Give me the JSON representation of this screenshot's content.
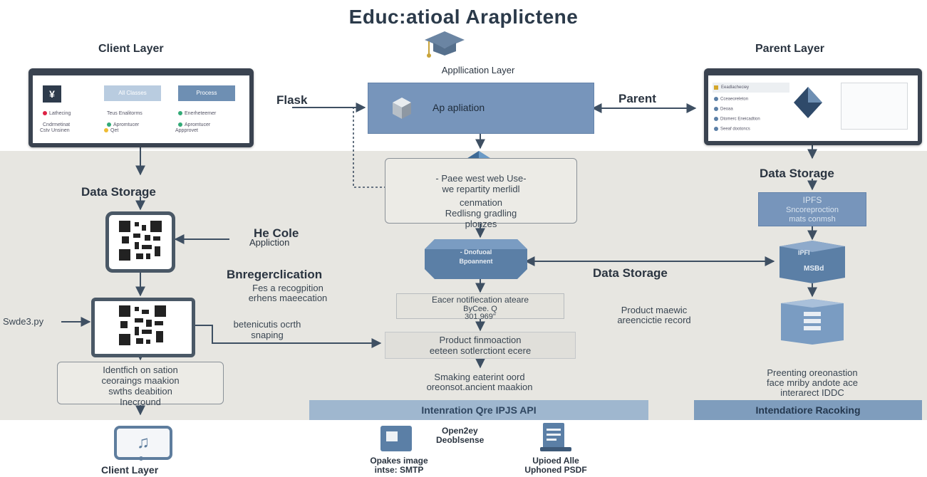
{
  "title": "Educ:atioal Araplictene",
  "client": {
    "layer_label": "Client Layer",
    "data_storage": "Data Storage",
    "qr_app_title": "He Cole",
    "qr_app_sub": "Appliction",
    "registration": "Bnregerclication",
    "reg_sub_1": "Fes a recogpition",
    "reg_sub_2": "erhens maeecation",
    "side_input": "Swde3.py",
    "detection_1": "betenicutis ocrth",
    "detection_2": "snaping",
    "identify_1": "Identfich on sation",
    "identify_2": "ceoraings maakion",
    "identify_3": "swths deabition",
    "identify_4": "Inecround",
    "bottom_label": "Client Layer",
    "tablet_buttons": [
      "All Classes",
      "Process"
    ],
    "tablet_rows": [
      [
        "Lathecing",
        "Teus Enalitorms",
        "Enerheteemer"
      ],
      [
        "Cndrmetinat",
        "Apromtucer",
        "Apromtucer"
      ],
      [
        "Cstv Unsinen",
        "Qet",
        "Appprovet"
      ]
    ]
  },
  "center": {
    "app_layer": "Appllication Layer",
    "flask": "Flask",
    "app_box": "Ap apliation",
    "desc_1": "- Paee west web Use-",
    "desc_2": "we repartity merlidl",
    "desc_3": "cenmation",
    "desc_4": "Redlisng gradling",
    "desc_5": "plonzes",
    "hex_1": "- Dnofuoal",
    "hex_2": "Bpoannent",
    "notif_1": "Eacer notifiecation ateare",
    "notif_2": "ByCee. Q",
    "notif_3": "301.969\"",
    "product_1": "Product finmoaction",
    "product_2": "eeteen sotlerctiont ecere",
    "smtp_1": "Smaking eaterint oord",
    "smtp_2": "oreonsot.ancient maakion",
    "integration": "Intenration Qre IPJS API",
    "opendb_1": "Open2ey",
    "opendb_2": "Deoblsense",
    "image_1": "Opakes image",
    "image_2": "intse: SMTP",
    "upload_1": "Upioed Alle",
    "upload_2": "Uphoned PSDF",
    "data_storage": "Data Storage"
  },
  "parent": {
    "layer_label": "Parent Layer",
    "parent_label": "Parent",
    "data_storage": "Data Storage",
    "ipfs_1": "IPFS",
    "ipfs_2": "Sncoreproction",
    "ipfs_3": "mats conmsh",
    "stack_1": "IPFI",
    "stack_2": "MSBd",
    "product_1": "Product maewic",
    "product_2": "areencictie record",
    "presenting_1": "Preenting oreonastion",
    "presenting_2": "face mriby andote ace",
    "presenting_3": "interarect IDDC",
    "ranking": "Intendatiore Racoking",
    "tablet_rows": [
      "Eeadlacheciey",
      "Cceaeoreleton",
      "Deoaa",
      "Dtomerc Eneicadtion",
      "Seeaf dootoncs"
    ]
  },
  "colors": {
    "accent": "#7795bb",
    "band": "#e7e6e1",
    "bar": "#9fb7cf"
  }
}
